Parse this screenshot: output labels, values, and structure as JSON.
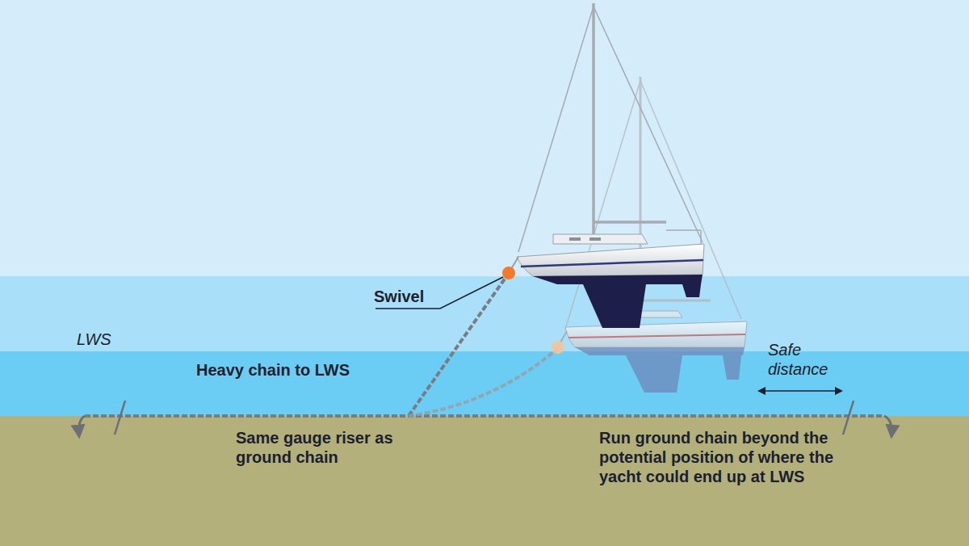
{
  "diagram": {
    "labels": [
      "Swivel",
      "LWS",
      "Heavy chain to LWS",
      "Safe distance",
      "Same gauge riser as ground chain",
      "Run ground chain beyond the potential position of where the yacht could end up at LWS"
    ]
  }
}
